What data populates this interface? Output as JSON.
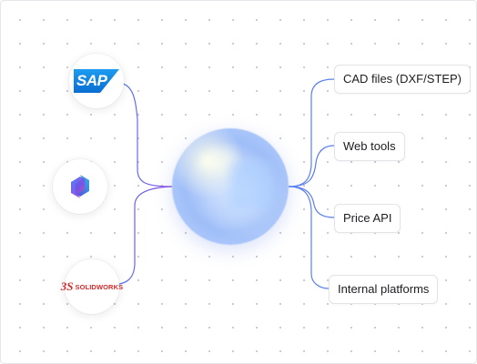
{
  "hub": {
    "icon": "glass-orb"
  },
  "sources": [
    {
      "id": "sap",
      "logo_text": "SAP",
      "icon": "sap-logo"
    },
    {
      "id": "copilot",
      "icon": "copilot-logo"
    },
    {
      "id": "solidworks",
      "logo_mark": "3S",
      "logo_text": "SOLIDWORKS",
      "icon": "solidworks-logo"
    }
  ],
  "outputs": [
    {
      "label": "CAD files (DXF/STEP)"
    },
    {
      "label": "Web tools"
    },
    {
      "label": "Price API"
    },
    {
      "label": "Internal platforms"
    }
  ],
  "colors": {
    "line_blue": "#5a7ff0",
    "line_purple": "#8a47e0",
    "hub_blue": "#9fbef8",
    "sap_blue": "#0a6ed1",
    "solidworks_red": "#d52b2b",
    "dot_grid": "#c9c9cf"
  }
}
